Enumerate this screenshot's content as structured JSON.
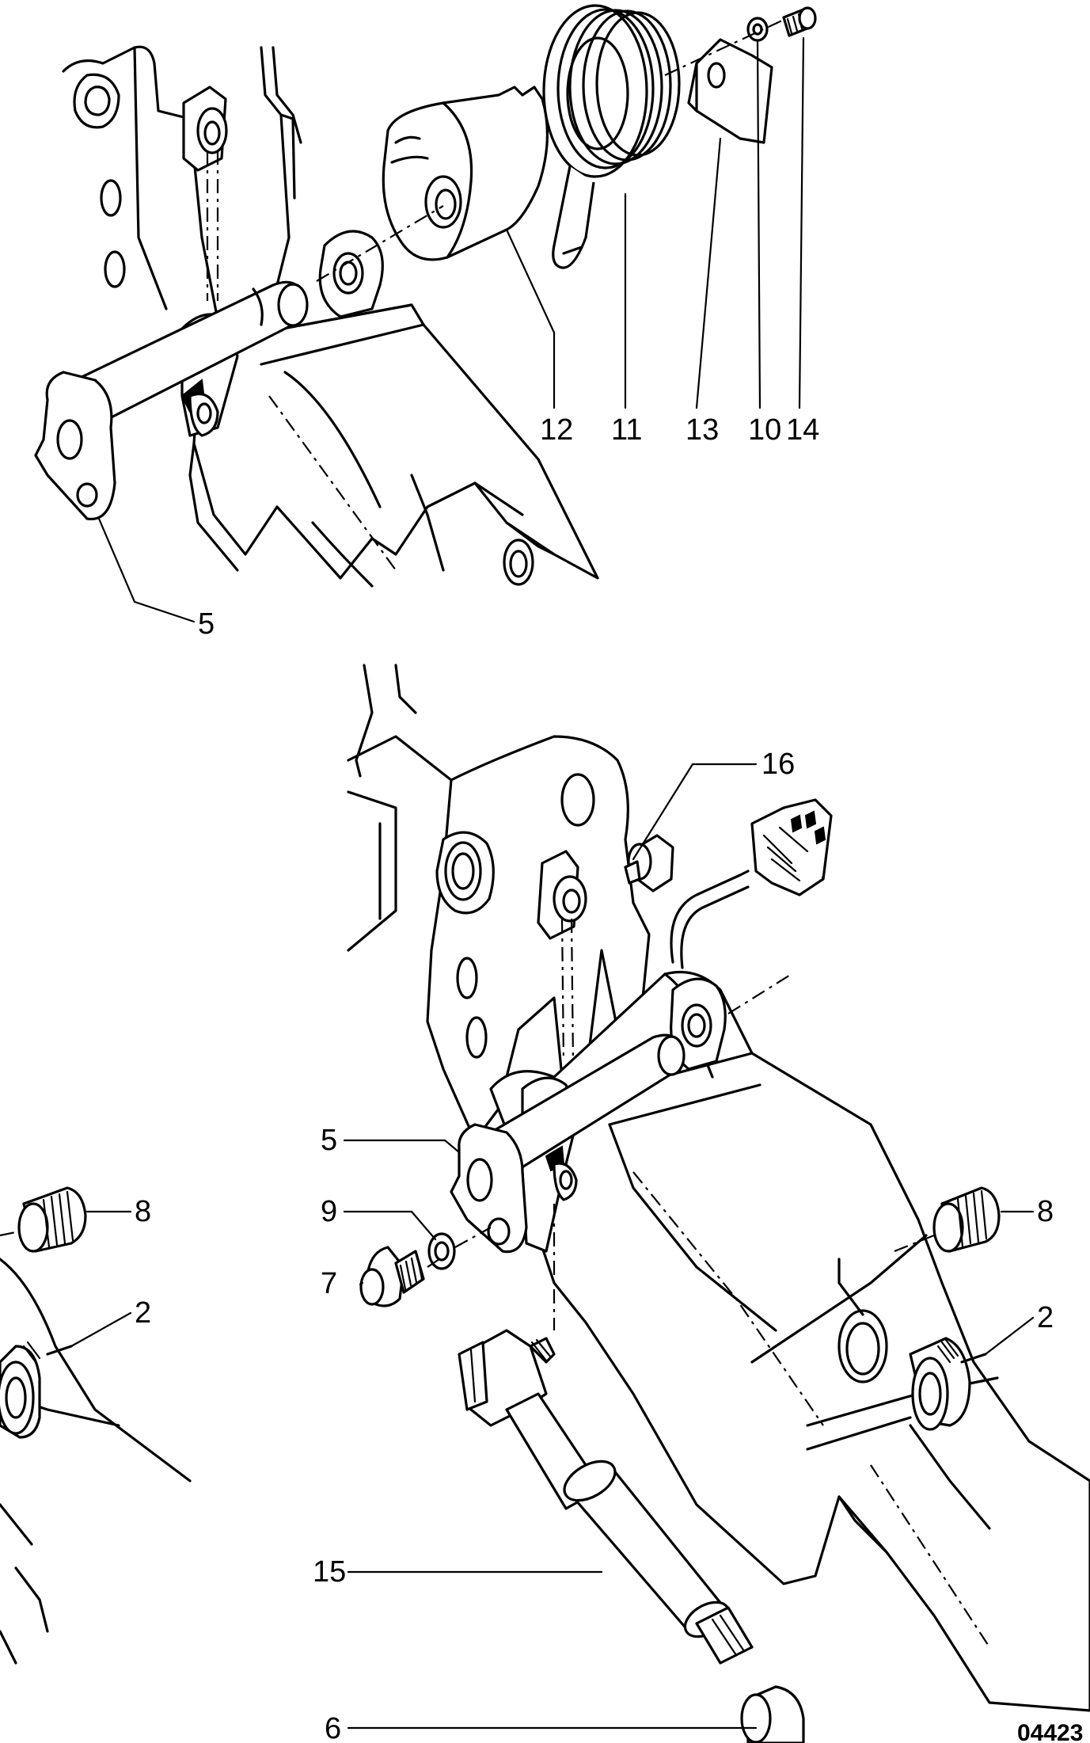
{
  "callouts": {
    "c12": "12",
    "c11": "11",
    "c13": "13",
    "c10": "10",
    "c14": "14",
    "c5_top": "5",
    "c16": "16",
    "c5_mid": "5",
    "c9": "9",
    "c7": "7",
    "c8_left": "8",
    "c8_right": "8",
    "c2_left": "2",
    "c2_right": "2",
    "c15": "15",
    "c6": "6"
  },
  "figure_code": "04423"
}
